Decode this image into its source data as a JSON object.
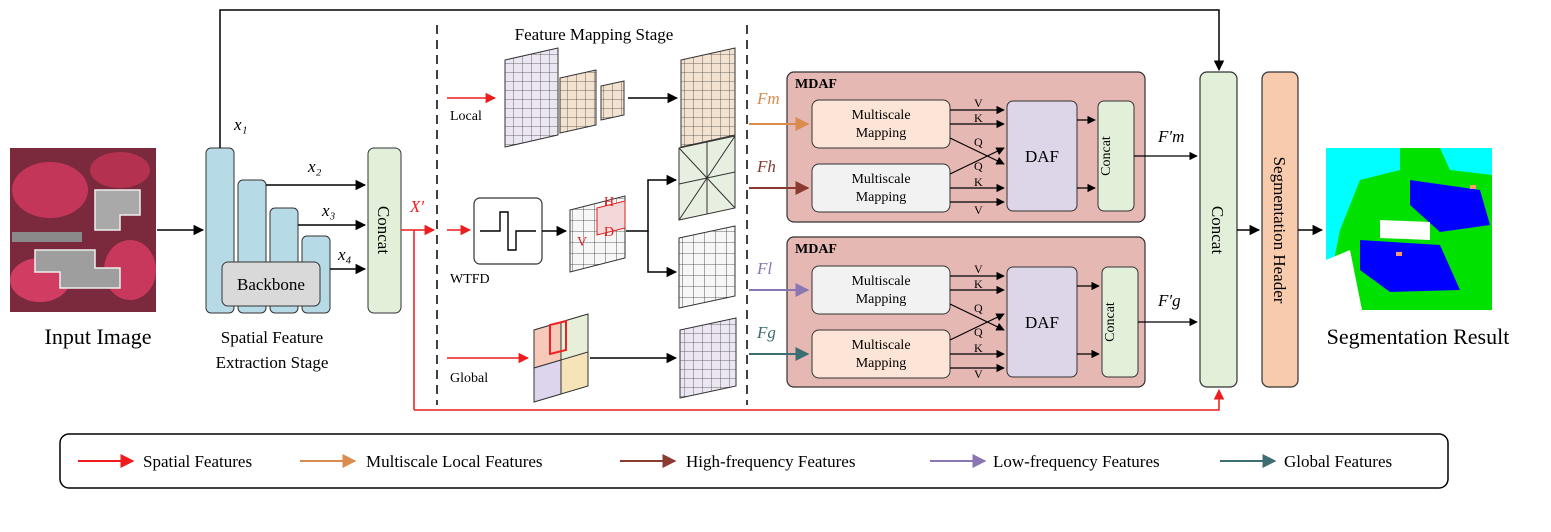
{
  "input": {
    "title": "Input Image"
  },
  "stage1": {
    "title_line1": "Spatial Feature",
    "title_line2": "Extraction Stage",
    "backbone": "Backbone",
    "concat": "Concat",
    "x1": "x₁",
    "x2": "x₂",
    "x3": "x₃",
    "x4": "x₄",
    "xprime": "X′"
  },
  "stage2": {
    "title": "Feature Mapping Stage",
    "local": "Local",
    "wtfd": "WTFD",
    "global": "Global",
    "wavelet_labels": [
      "H",
      "V",
      "D"
    ]
  },
  "mdaf": [
    {
      "title": "MDAF",
      "in_top": "Fm",
      "in_bottom": "Fh",
      "mapping": "Multiscale Mapping",
      "daf": "DAF",
      "concat": "Concat",
      "out": "F′m",
      "qkv_top": [
        "V",
        "K",
        "Q"
      ],
      "qkv_bottom": [
        "Q",
        "K",
        "V"
      ]
    },
    {
      "title": "MDAF",
      "in_top": "Fl",
      "in_bottom": "Fg",
      "mapping": "Multiscale Mapping",
      "daf": "DAF",
      "concat": "Concat",
      "out": "F′g",
      "qkv_top": [
        "V",
        "K",
        "Q"
      ],
      "qkv_bottom": [
        "Q",
        "K",
        "V"
      ]
    }
  ],
  "fusion": {
    "concat": "Concat",
    "seg_header": "Segmentation Header"
  },
  "output": {
    "title": "Segmentation Result"
  },
  "legend": [
    {
      "label": "Spatial Features",
      "color": "#ee1c1c"
    },
    {
      "label": "Multiscale Local Features",
      "color": "#d98c4e"
    },
    {
      "label": "High-frequency Features",
      "color": "#8b3a32"
    },
    {
      "label": "Low-frequency Features",
      "color": "#8a76b3"
    },
    {
      "label": "Global Features",
      "color": "#3c6e72"
    }
  ],
  "colors": {
    "backbone_fill": "#b7dbe6",
    "concat_fill": "#e2efd9",
    "mdaf_fill": "#e5b8b4",
    "mapping_fill": "#fce4d6",
    "daf_fill": "#ddd5e8",
    "seg_header_fill": "#f8cbad"
  }
}
